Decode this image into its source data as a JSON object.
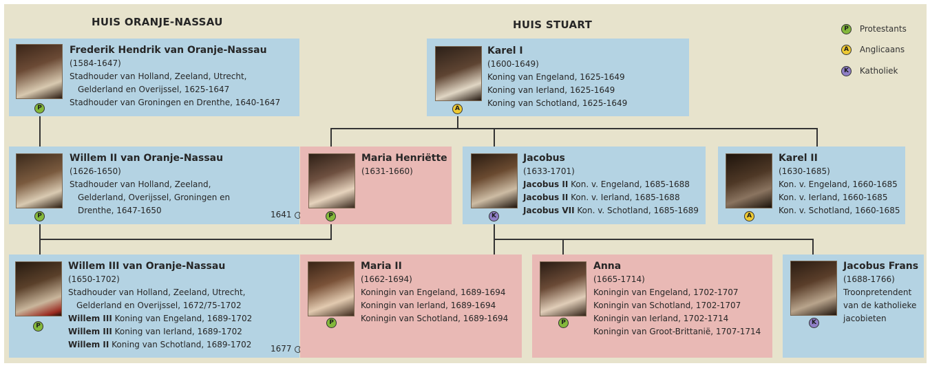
{
  "houses": {
    "left": "HUIS ORANJE-NASSAU",
    "right": "HUIS STUART"
  },
  "legend": [
    {
      "letter": "P",
      "label": "Protestants",
      "color": "#84b83b"
    },
    {
      "letter": "A",
      "label": "Anglicaans",
      "color": "#edc933"
    },
    {
      "letter": "K",
      "label": "Katholiek",
      "color": "#8f7fc6"
    }
  ],
  "persons": {
    "frederik": {
      "name": "Frederik Hendrik van Oranje-Nassau",
      "lines": [
        "(1584-1647)",
        "Stadhouder van Holland, Zeeland, Utrecht,",
        "Gelderland en Overijssel, 1625-1647",
        "Stadhouder van Groningen en Drenthe, 1640-1647"
      ],
      "religion": "P"
    },
    "karel1": {
      "name": "Karel I",
      "lines": [
        "(1600-1649)",
        "Koning van Engeland, 1625-1649",
        "Koning van Ierland, 1625-1649",
        "Koning van Schotland, 1625-1649"
      ],
      "religion": "A"
    },
    "willem2": {
      "name": "Willem II van Oranje-Nassau",
      "lines": [
        "(1626-1650)",
        "Stadhouder van Holland, Zeeland,",
        "Gelderland, Overijssel, Groningen en",
        "Drenthe, 1647-1650"
      ],
      "religion": "P"
    },
    "mariah": {
      "name": "Maria Henriëtte",
      "lines": [
        "(1631-1660)"
      ],
      "religion": "P"
    },
    "jacobus": {
      "name": "Jacobus",
      "lines": [
        "(1633-1701)"
      ],
      "titles": [
        {
          "bold": "Jacobus II",
          "rest": " Kon. v. Engeland, 1685-1688"
        },
        {
          "bold": "Jacobus II",
          "rest": " Kon. v. Ierland, 1685-1688"
        },
        {
          "bold": "Jacobus VII",
          "rest": " Kon. v. Schotland, 1685-1689"
        }
      ],
      "religion": "K"
    },
    "karel2": {
      "name": "Karel II",
      "lines": [
        "(1630-1685)",
        "Kon. v. Engeland, 1660-1685",
        "Kon. v. Ierland, 1660-1685",
        "Kon. v. Schotland, 1660-1685"
      ],
      "religion": "A"
    },
    "willem3": {
      "name": "Willem III van Oranje-Nassau",
      "lines": [
        "(1650-1702)",
        "Stadhouder van Holland, Zeeland, Utrecht,",
        "Gelderland en Overijssel, 1672/75-1702"
      ],
      "titles": [
        {
          "bold": "Willem III",
          "rest": " Koning van Engeland, 1689-1702"
        },
        {
          "bold": "Willem III",
          "rest": " Koning van Ierland, 1689-1702"
        },
        {
          "bold": "Willem II",
          "rest": " Koning van Schotland, 1689-1702"
        }
      ],
      "religion": "P"
    },
    "maria2": {
      "name": "Maria II",
      "lines": [
        "(1662-1694)",
        "Koningin van Engeland, 1689-1694",
        "Koningin van Ierland, 1689-1694",
        "Koningin van Schotland, 1689-1694"
      ],
      "religion": "P"
    },
    "anna": {
      "name": "Anna",
      "lines": [
        "(1665-1714)",
        "Koningin van Engeland, 1702-1707",
        "Koningin van Schotland, 1702-1707",
        "Koningin van Ierland, 1702-1714",
        "Koningin van Groot-Brittanië, 1707-1714"
      ],
      "religion": "P"
    },
    "jacobusf": {
      "name": "Jacobus Frans",
      "lines": [
        "(1688-1766)",
        "Troonpretendent",
        "van de katholieke",
        "jacobieten"
      ],
      "religion": "K"
    }
  },
  "marriages": {
    "m1641": "1641",
    "m1677": "1677"
  },
  "colors": {
    "protestant_card": "#b4d3e3",
    "stuart_card": "#e9b9b5",
    "panel": "#e7e3cc"
  }
}
